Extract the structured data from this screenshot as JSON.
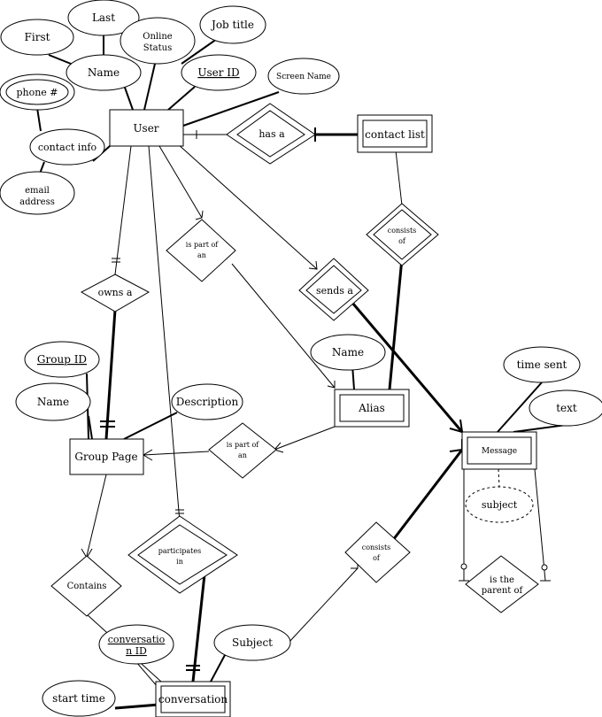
{
  "entities": {
    "user": "User",
    "contact_list": "contact list",
    "group_page": "Group Page",
    "alias": "Alias",
    "message": "Message",
    "conversation": "conversation"
  },
  "attributes": {
    "last": "Last",
    "first": "First",
    "online_status_1": "Online",
    "online_status_2": "Status",
    "job_title": "Job title",
    "name_user": "Name",
    "user_id": "User ID",
    "screen_name": "Screen Name",
    "phone": "phone #",
    "contact_info": "contact info",
    "email_1": "email",
    "email_2": "address",
    "group_id": "Group ID",
    "name_group": "Name",
    "description": "Description",
    "name_alias": "Name",
    "time_sent": "time sent",
    "text": "text",
    "subject_msg": "subject",
    "conversation_id_1": "conversatio",
    "conversation_id_2": "n ID",
    "subject_conv": "Subject",
    "start_time": "start time"
  },
  "relationships": {
    "has_a": "has a",
    "consists_of_1_a": "consists",
    "consists_of_1_b": "of",
    "is_part_of_1_a": "is part of",
    "is_part_of_1_b": "an",
    "owns_a": "owns a",
    "sends_a": "sends a",
    "is_part_of_2_a": "is part of",
    "is_part_of_2_b": "an",
    "participates_a": "participates",
    "participates_b": "in",
    "consists_of_2_a": "consists",
    "consists_of_2_b": "of",
    "contains": "Contains",
    "is_parent_a": "is the",
    "is_parent_b": "parent of"
  }
}
